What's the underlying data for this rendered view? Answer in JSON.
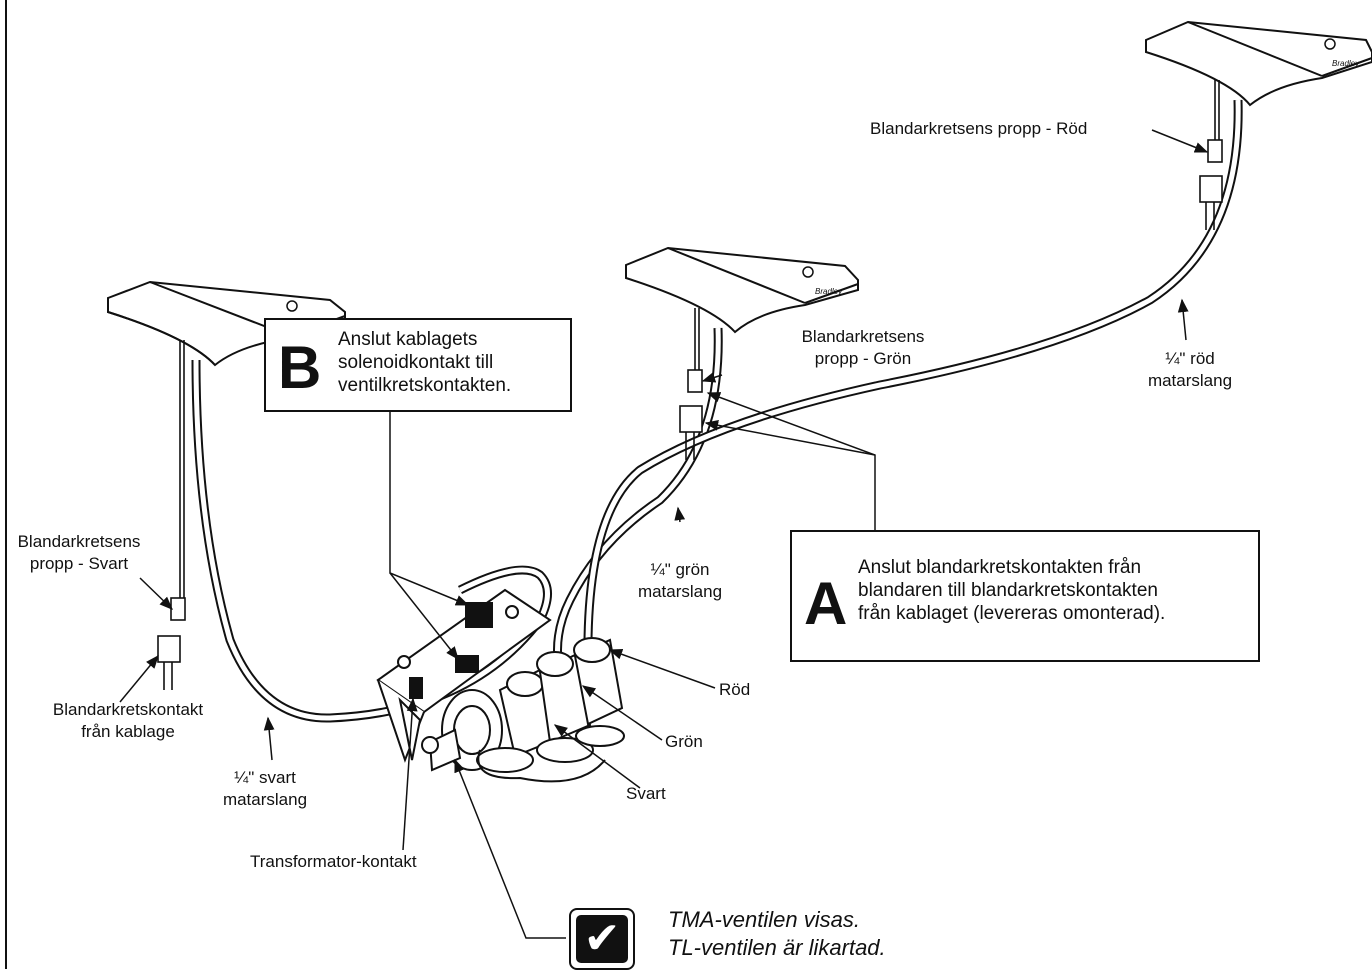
{
  "labels": {
    "svart_propp_l1": "Blandarkretsens",
    "svart_propp_l2": "propp - Svart",
    "kontakt_l1": "Blandarkretskontakt",
    "kontakt_l2": "från kablage",
    "svart_slang_l1": "¼\" svart",
    "svart_slang_l2": "matarslang",
    "transformator": "Transformator-kontakt",
    "gron_propp_l1": "Blandarkretsens",
    "gron_propp_l2": "propp - Grön",
    "gron_slang_l1": "¼\" grön",
    "gron_slang_l2": "matarslang",
    "rod_propp": "Blandarkretsens propp - Röd",
    "rod_slang_l1": "¼\" röd",
    "rod_slang_l2": "matarslang",
    "valve_rod": "Röd",
    "valve_gron": "Grön",
    "valve_svart": "Svart"
  },
  "callout_b": {
    "letter": "B",
    "line1": "Anslut kablagets",
    "line2": "solenoidkontakt till",
    "line3": "ventilkretskontakten."
  },
  "callout_a": {
    "letter": "A",
    "line1": "Anslut blandarkretskontakten från",
    "line2": "blandaren till blandarkretskontakten",
    "line3": "från kablaget (levereras omonterad)."
  },
  "note": {
    "line1": "TMA-ventilen visas.",
    "line2": "TL-ventilen är likartad."
  },
  "icons": {
    "check": "✔"
  },
  "mixer_logo": "Bradley"
}
